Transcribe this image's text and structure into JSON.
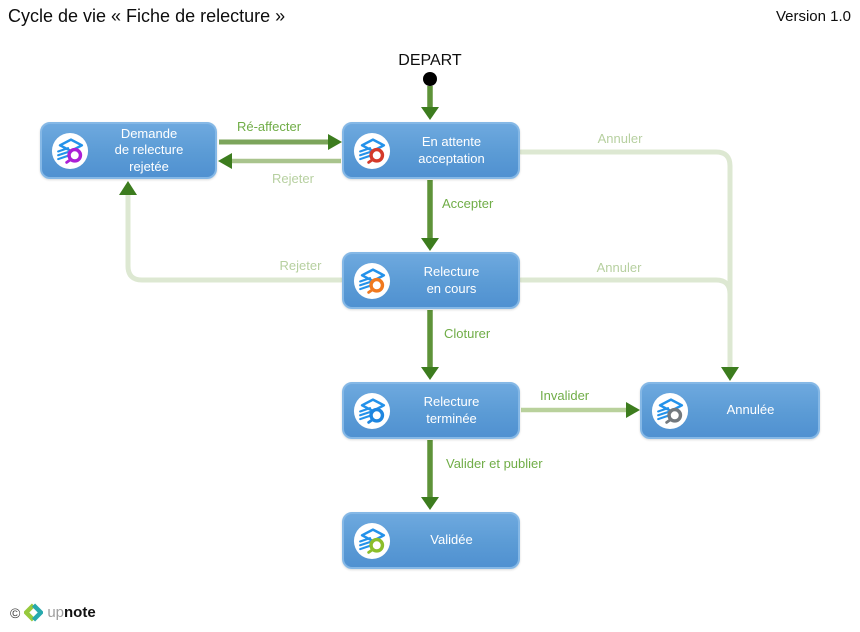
{
  "page": {
    "title": "Cycle de vie « Fiche de relecture »",
    "version": "Version 1.0"
  },
  "start": {
    "label": "DEPART"
  },
  "nodes": [
    {
      "id": "demande-de-relecture-rejetee",
      "label": "Demande\nde relecture\nrejetée",
      "icon_color": "#ab1fd6"
    },
    {
      "id": "en-attente-acceptation",
      "label": "En attente\nacceptation",
      "icon_color": "#d43a2a"
    },
    {
      "id": "relecture-en-cours",
      "label": "Relecture\nen cours",
      "icon_color": "#f0791f"
    },
    {
      "id": "relecture-terminee",
      "label": "Relecture\nterminée",
      "icon_color": "#1e86e0"
    },
    {
      "id": "annulee",
      "label": "Annulée",
      "icon_color": "#73797e"
    },
    {
      "id": "validee",
      "label": "Validée",
      "icon_color": "#8cbe2a"
    }
  ],
  "transitions": [
    {
      "label": "Ré-affecter",
      "from": "demande-de-relecture-rejetee",
      "to": "en-attente-acceptation"
    },
    {
      "label": "Rejeter",
      "from": "en-attente-acceptation",
      "to": "demande-de-relecture-rejetee"
    },
    {
      "label": "Annuler",
      "from": "en-attente-acceptation",
      "to": "annulee"
    },
    {
      "label": "Accepter",
      "from": "en-attente-acceptation",
      "to": "relecture-en-cours"
    },
    {
      "label": "Rejeter",
      "from": "relecture-en-cours",
      "to": "demande-de-relecture-rejetee"
    },
    {
      "label": "Annuler",
      "from": "relecture-en-cours",
      "to": "annulee"
    },
    {
      "label": "Cloturer",
      "from": "relecture-en-cours",
      "to": "relecture-terminee"
    },
    {
      "label": "Invalider",
      "from": "relecture-terminee",
      "to": "annulee"
    },
    {
      "label": "Valider et publier",
      "from": "relecture-terminee",
      "to": "validee"
    }
  ],
  "colors": {
    "node_fill_top": "#6ea9df",
    "node_fill_bottom": "#5091d1",
    "node_border": "#85b8e6",
    "node_text": "#ffffff",
    "arrow_dark": "#5e9339",
    "arrow_head": "#3c7c1e",
    "arrow_medium": "#7ca55b",
    "arrow_light": "#a9c48d",
    "arrow_invalider": "#b9d19c",
    "arrow_pale": "#dde8d2",
    "label_strong": "#70ad47",
    "label_pale": "#b7d0a0",
    "icon_stack_blue": "#2492ea",
    "start_dot": "#000000",
    "logo_green": "#97c93d",
    "logo_teal": "#27a9ad"
  },
  "footer": {
    "copyright": "©",
    "brand_up": "up",
    "brand_note": "note"
  }
}
